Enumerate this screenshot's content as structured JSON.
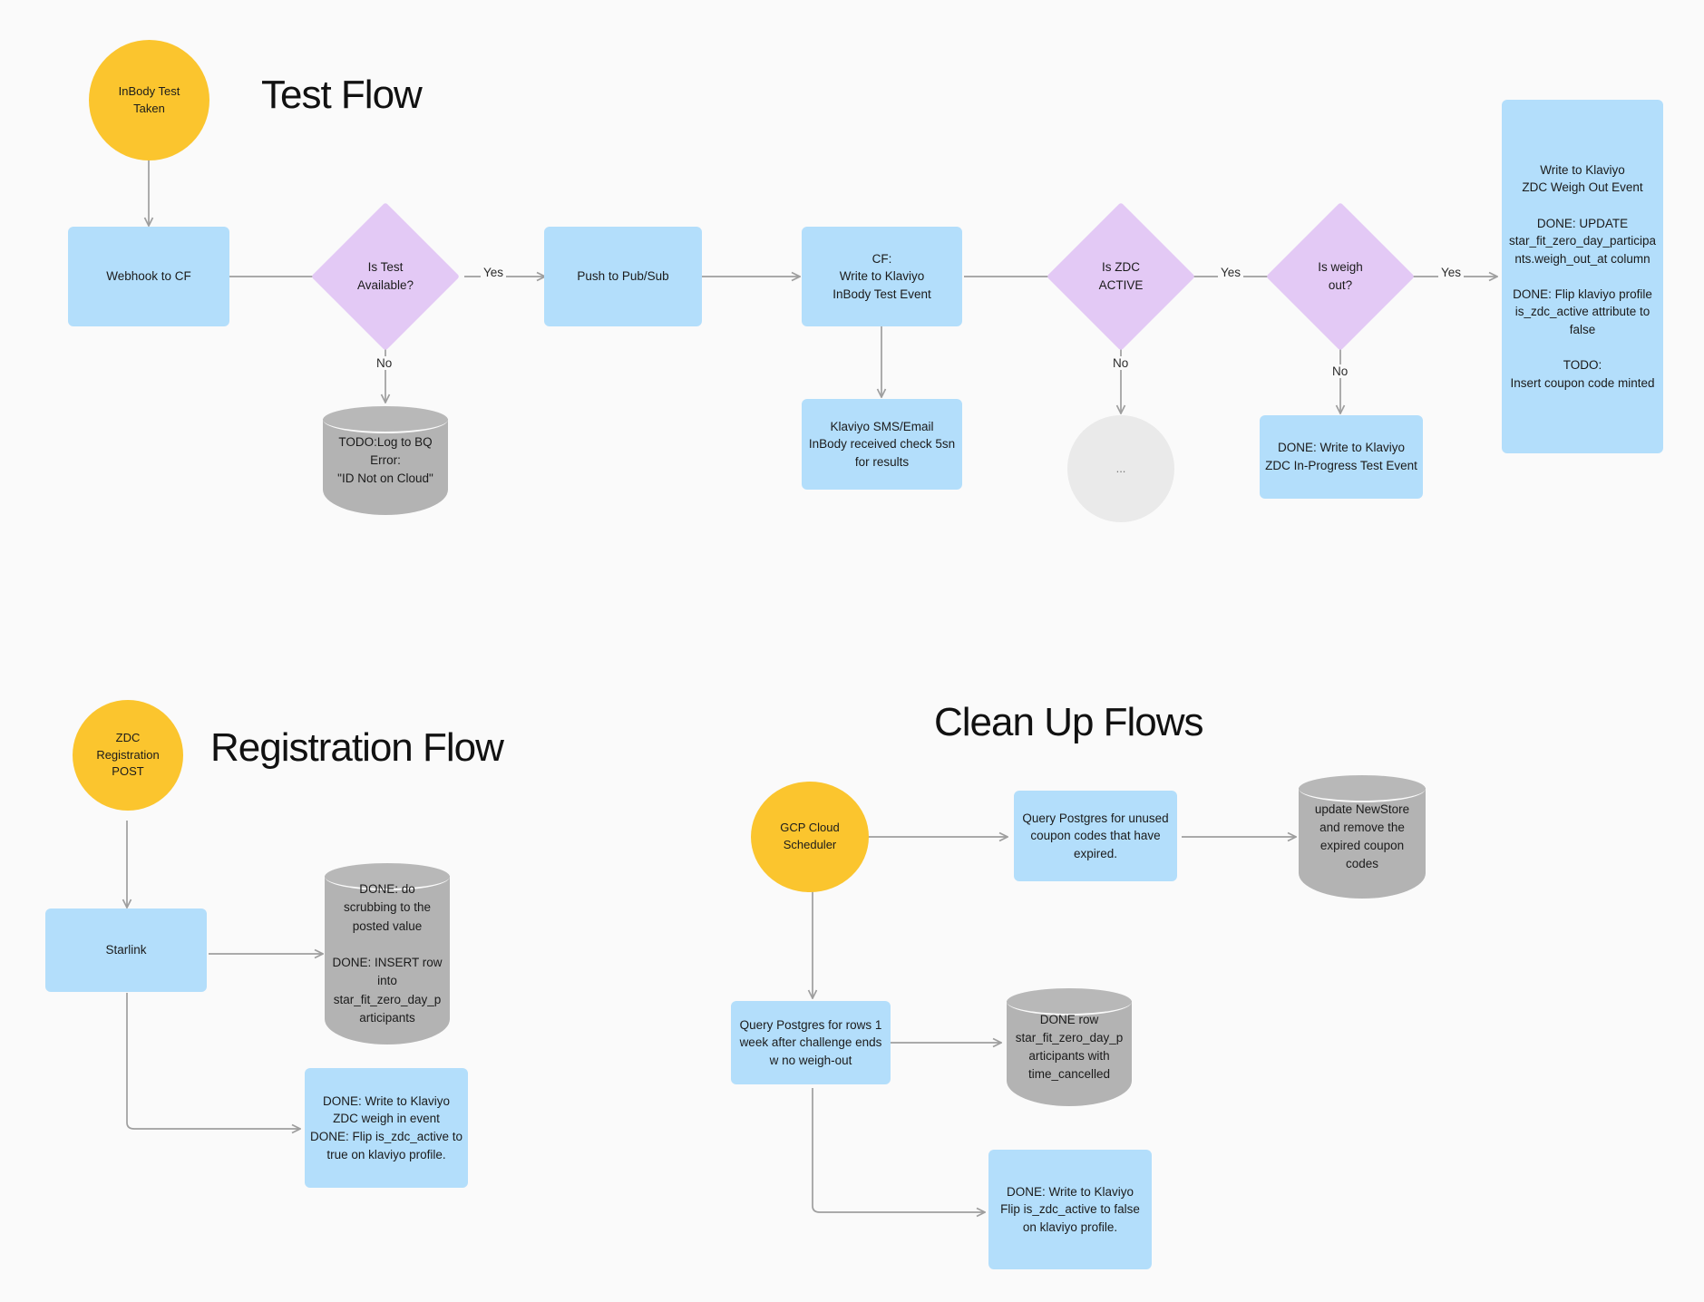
{
  "page": {
    "background": "#FAFAFA",
    "colors": {
      "start_yellow": "#FBC52E",
      "process_blue": "#B3DEFB",
      "decision_purple": "#E3C9F5",
      "datastore_gray": "#B3B3B3",
      "placeholder_gray": "#EAEAEA",
      "edge_gray": "#9E9E9E",
      "text_dark": "#1B1B1B"
    }
  },
  "titles": {
    "test_flow": "Test Flow",
    "registration_flow": "Registration Flow",
    "clean_up_flows": "Clean Up Flows"
  },
  "test_flow": {
    "start": "InBody Test\nTaken",
    "webhook": "Webhook to CF",
    "is_test_available": "Is Test\nAvailable?",
    "log_to_bq": "TODO:Log to BQ\nError:\n\"ID Not on Cloud\"",
    "push_pubsub": "Push to Pub/Sub",
    "cf_write_klaviyo": "CF:\nWrite to Klaviyo\nInBody Test Event",
    "klaviyo_sms": "Klaviyo SMS/Email\nInBody received check 5sn\nfor results",
    "is_zdc_active": "Is ZDC\nACTIVE",
    "ellipsis": "...",
    "is_weigh_out": "Is weigh\nout?",
    "zdc_in_progress": "DONE: Write to Klaviyo\nZDC In-Progress Test Event",
    "weigh_out_event": "Write to Klaviyo\nZDC Weigh Out Event\n\nDONE: UPDATE\nstar_fit_zero_day_participa\nnts.weigh_out_at column\n\nDONE: Flip klaviyo profile\nis_zdc_active attribute to\nfalse\n\nTODO:\nInsert coupon code minted",
    "labels": {
      "yes1": "Yes",
      "no1": "No",
      "yes2": "Yes",
      "no2": "No",
      "yes3": "Yes",
      "no3": "No"
    }
  },
  "registration_flow": {
    "start": "ZDC\nRegistration\nPOST",
    "starlink": "Starlink",
    "scrub_insert": "DONE: do\nscrubbing to the\nposted value\n\nDONE: INSERT row\ninto\nstar_fit_zero_day_p\narticipants",
    "weigh_in": "DONE: Write to Klaviyo\nZDC weigh in event\nDONE: Flip is_zdc_active to\ntrue on klaviyo profile."
  },
  "clean_up_flows": {
    "scheduler": "GCP Cloud\nScheduler",
    "query_unused_coupons": "Query Postgres for unused\ncoupon codes that have\nexpired.",
    "update_newstore": "update NewStore\nand remove the\nexpired coupon\ncodes",
    "query_rows": "Query Postgres for rows 1\nweek after challenge ends\nw no weigh-out",
    "done_row_cancelled": "DONE row\nstar_fit_zero_day_p\narticipants with\ntime_cancelled",
    "flip_false": "DONE: Write to Klaviyo\nFlip is_zdc_active to false\non klaviyo profile."
  }
}
